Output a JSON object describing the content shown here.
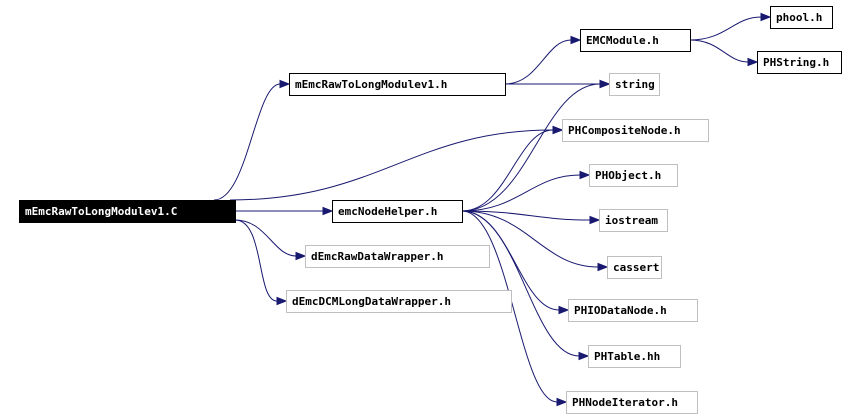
{
  "colors": {
    "edge": "#191970",
    "node_border_black": "#000000",
    "node_border_grey": "#bfbfbf",
    "root_fill": "#000000",
    "root_text": "#ffffff",
    "node_text": "#000000"
  },
  "nodes": [
    {
      "id": "root",
      "label": "mEmcRawToLongModulev1.C",
      "style": "root"
    },
    {
      "id": "rawtolong",
      "label": "mEmcRawToLongModulev1.h",
      "style": "documented"
    },
    {
      "id": "emcmodule",
      "label": "EMCModule.h",
      "style": "documented"
    },
    {
      "id": "phool",
      "label": "phool.h",
      "style": "documented"
    },
    {
      "id": "phstring",
      "label": "PHString.h",
      "style": "documented"
    },
    {
      "id": "string",
      "label": "string",
      "style": "external"
    },
    {
      "id": "phcomposite",
      "label": "PHCompositeNode.h",
      "style": "external"
    },
    {
      "id": "phobject",
      "label": "PHObject.h",
      "style": "external"
    },
    {
      "id": "emcnodehelper",
      "label": "emcNodeHelper.h",
      "style": "documented"
    },
    {
      "id": "iostream",
      "label": "iostream",
      "style": "external"
    },
    {
      "id": "cassert",
      "label": "cassert",
      "style": "external"
    },
    {
      "id": "demcraw",
      "label": "dEmcRawDataWrapper.h",
      "style": "external"
    },
    {
      "id": "demcdcm",
      "label": "dEmcDCMLongDataWrapper.h",
      "style": "external"
    },
    {
      "id": "phiodata",
      "label": "PHIODataNode.h",
      "style": "external"
    },
    {
      "id": "phtable",
      "label": "PHTable.hh",
      "style": "external"
    },
    {
      "id": "phnodeiter",
      "label": "PHNodeIterator.h",
      "style": "external"
    }
  ],
  "edges": [
    {
      "from": "root",
      "to": "rawtolong"
    },
    {
      "from": "root",
      "to": "phcomposite"
    },
    {
      "from": "root",
      "to": "emcnodehelper"
    },
    {
      "from": "root",
      "to": "demcraw"
    },
    {
      "from": "root",
      "to": "demcdcm"
    },
    {
      "from": "rawtolong",
      "to": "emcmodule"
    },
    {
      "from": "rawtolong",
      "to": "string"
    },
    {
      "from": "emcmodule",
      "to": "phool"
    },
    {
      "from": "emcmodule",
      "to": "phstring"
    },
    {
      "from": "emcnodehelper",
      "to": "string"
    },
    {
      "from": "emcnodehelper",
      "to": "phcomposite"
    },
    {
      "from": "emcnodehelper",
      "to": "phobject"
    },
    {
      "from": "emcnodehelper",
      "to": "iostream"
    },
    {
      "from": "emcnodehelper",
      "to": "cassert"
    },
    {
      "from": "emcnodehelper",
      "to": "phiodata"
    },
    {
      "from": "emcnodehelper",
      "to": "phtable"
    },
    {
      "from": "emcnodehelper",
      "to": "phnodeiter"
    }
  ]
}
